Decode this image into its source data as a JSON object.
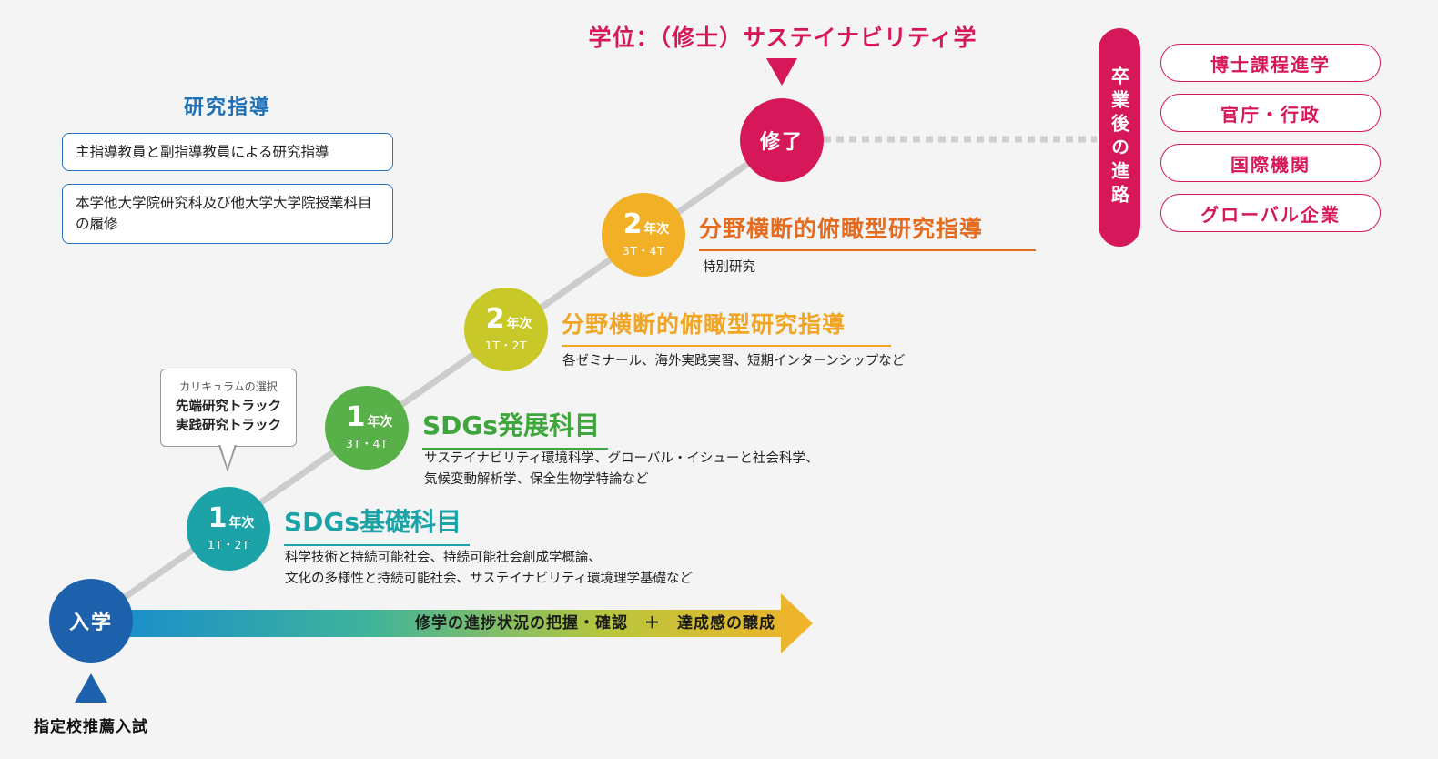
{
  "research_guidance": {
    "title": "研究指導",
    "items": [
      "主指導教員と副指導教員による研究指導",
      "本学他大学院研究科及び他大学大学院授業科目の履修"
    ]
  },
  "degree": {
    "label": "学位：（修士）サステイナビリティ学",
    "completion": "修了"
  },
  "entry": {
    "circle": "入学",
    "label": "指定校推薦入試"
  },
  "progress": {
    "left": "修学の進捗状況の把握・確認",
    "plus": "＋",
    "right": "達成感の醸成"
  },
  "curriculum_callout": {
    "heading": "カリキュラムの選択",
    "options": [
      "先端研究トラック",
      "実践研究トラック"
    ]
  },
  "stages": [
    {
      "year": "1",
      "unit": "年次",
      "term": "1T・2T",
      "title": "SDGs基礎科目",
      "description": [
        "科学技術と持続可能社会、持続可能社会創成学概論、",
        "文化の多様性と持続可能社会、サステイナビリティ環境理学基礎など"
      ]
    },
    {
      "year": "1",
      "unit": "年次",
      "term": "3T・4T",
      "title": "SDGs発展科目",
      "description": [
        "サステイナビリティ環境科学、グローバル・イシューと社会科学、",
        "気候変動解析学、保全生物学特論など"
      ]
    },
    {
      "year": "2",
      "unit": "年次",
      "term": "1T・2T",
      "title": "分野横断的俯瞰型研究指導",
      "description": [
        "各ゼミナール、海外実践実習、短期インターンシップなど"
      ]
    },
    {
      "year": "2",
      "unit": "年次",
      "term": "3T・4T",
      "title": "分野横断的俯瞰型研究指導",
      "description": [
        "特別研究"
      ]
    }
  ],
  "career": {
    "label": "卒業後の進路",
    "options": [
      "博士課程進学",
      "官庁・行政",
      "国際機関",
      "グローバル企業"
    ]
  },
  "colors": {
    "entry_blue": "#1d60ab",
    "stage1_teal": "#1ba3a8",
    "stage2_green": "#58b148",
    "stage3_yellow": "#c8c928",
    "stage4_orange": "#f2b026",
    "completion_red": "#d6185a",
    "guidance_blue": "#1e6fb4"
  }
}
